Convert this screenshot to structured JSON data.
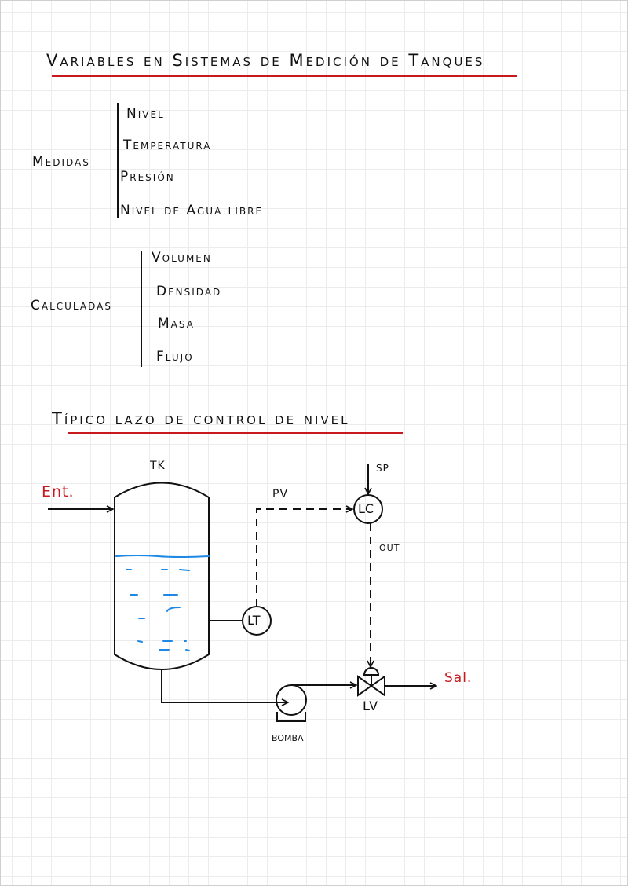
{
  "section1": {
    "title": "Variables en Sistemas de Medición de Tanques",
    "measured": {
      "label": "Medidas",
      "items": [
        "Nivel",
        "Temperatura",
        "Presión",
        "Nivel de Agua libre"
      ]
    },
    "calculated": {
      "label": "Calculadas",
      "items": [
        "Volumen",
        "Densidad",
        "Masa",
        "Flujo"
      ]
    }
  },
  "section2": {
    "title": "Típico lazo de control de nivel",
    "diagram": {
      "tank": "TK",
      "inlet": "Ent.",
      "outlet": "Sal.",
      "transmitter": "LT",
      "controller": "LC",
      "valve": "LV",
      "pump": "BOMBA",
      "pv": "PV",
      "sp": "SP",
      "out": "OUT"
    }
  },
  "colors": {
    "accent_red": "#c8191e",
    "water_blue": "#1e88e5"
  }
}
